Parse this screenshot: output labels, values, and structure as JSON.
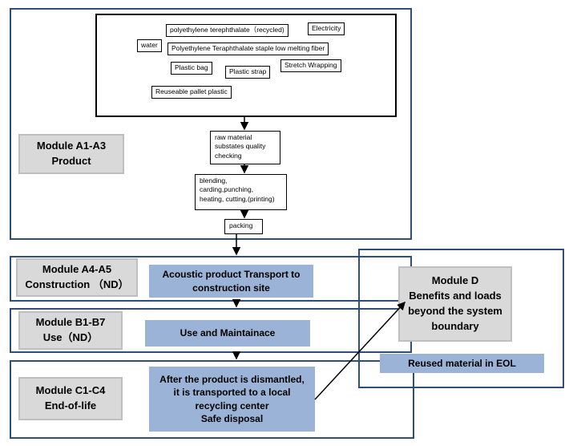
{
  "inputs": {
    "pet_recycled": "polyethylene terephthalate（recycled)",
    "electricity": "Electricity",
    "water": "water",
    "pet_staple": "Polyethylene Teraphthalate staple low melting fiber",
    "plastic_bag": "Plastic bag",
    "plastic_strap": "Plastic strap",
    "stretch_wrapping": "Stretch Wrapping",
    "pallet": "Reuseable pallet plastic"
  },
  "process": {
    "raw_material": [
      "raw material",
      "substates quality",
      "checking"
    ],
    "blending": [
      "blending,",
      "carding,punching,",
      "heating, cutting,(printing)"
    ],
    "packing": "packing"
  },
  "modules": {
    "a1_a3": [
      "Module A1-A3",
      "Product"
    ],
    "a4_a5": [
      "Module A4-A5",
      "Construction （ND）"
    ],
    "b1_b7": [
      "Module B1-B7",
      "Use（ND）"
    ],
    "c1_c4": [
      "Module C1-C4",
      "End-of-life"
    ],
    "d": [
      "Module D",
      "Benefits and loads",
      "beyond the system",
      "boundary"
    ]
  },
  "stages": {
    "transport": [
      "Acoustic product Transport to",
      "construction site"
    ],
    "use": "Use and Maintainace",
    "eol": [
      "After the product is dismantled,",
      "it is transported to a local",
      "recycling center",
      "Safe disposal"
    ],
    "reused": "Reused material  in  EOL"
  },
  "colors": {
    "frame": "#2f4f78",
    "module_fill": "#d9d9d9",
    "stage_fill": "#9ab3d6"
  }
}
